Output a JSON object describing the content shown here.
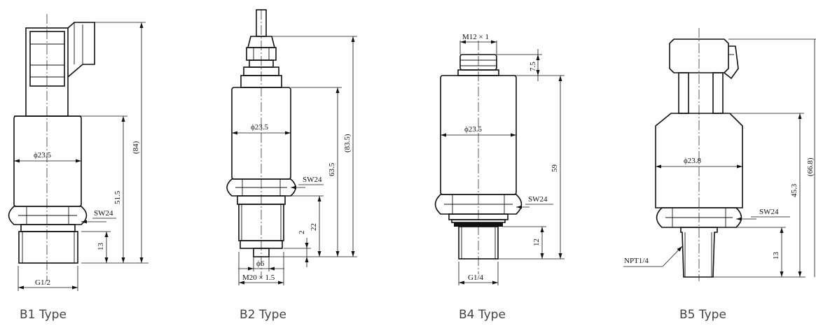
{
  "types": [
    {
      "id": "b1",
      "caption": "B1 Type",
      "dims": {
        "diameter": "ϕ23.5",
        "sw": "SW24",
        "thread": "G1/2",
        "thread_len": "13",
        "body_len": "51.5",
        "total": "(84)"
      }
    },
    {
      "id": "b2",
      "caption": "B2 Type",
      "dims": {
        "diameter": "ϕ23.5",
        "sw": "SW24",
        "thread": "M20 × 1.5",
        "pin": "ϕ6",
        "pin_len": "2",
        "thread_len": "22",
        "body_len": "63.5",
        "total": "(83.5)"
      }
    },
    {
      "id": "b4",
      "caption": "B4 Type",
      "dims": {
        "connector": "M12 × 1",
        "connector_len": "7.5",
        "diameter": "ϕ23.5",
        "sw": "SW24",
        "thread": "G1/4",
        "thread_len": "12",
        "body_len": "59"
      }
    },
    {
      "id": "b5",
      "caption": "B5 Type",
      "dims": {
        "diameter": "ϕ23.8",
        "sw": "SW24",
        "thread": "NPT1/4",
        "thread_len": "13",
        "body_len": "45.3",
        "total": "(66.8)"
      }
    }
  ]
}
